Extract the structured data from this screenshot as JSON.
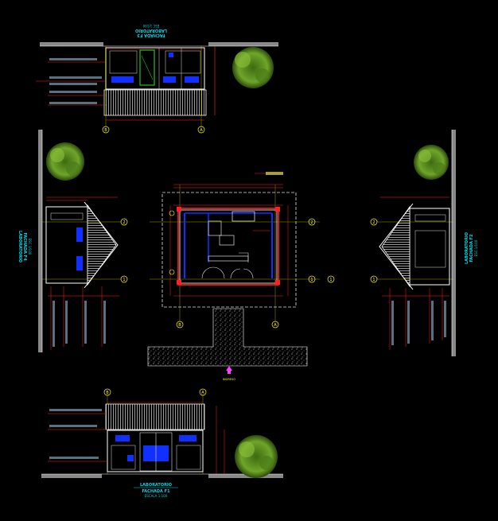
{
  "drawing": {
    "top_title": "LABORATORIO",
    "top_subtitle": "FACHADA F3",
    "top_scale": "ESC 1/100",
    "bottom_title": "LABORATORIO",
    "bottom_subtitle": "FACHADA F1",
    "bottom_scale": "ESCALA 1:100",
    "left_title": "LABORATORIO",
    "left_subtitle": "FACHADA F4",
    "left_scale": "ESC 1/100",
    "right_title": "LABORATORIO",
    "right_subtitle": "FACHADA F2",
    "right_scale": "ESC 1/100",
    "entry_label": "INGRESO"
  },
  "axes": {
    "top_left": "B",
    "top_right": "A",
    "plan_left": "B",
    "plan_right": "A",
    "plan_top": "2",
    "plan_bottom": "1",
    "plan_far": "1",
    "bottom_left": "B",
    "bottom_right": "A",
    "left_top": "2",
    "left_bottom": "1",
    "right_top": "2",
    "right_bottom": "1"
  },
  "colors": {
    "background": "#000000",
    "wall": "#ffffff",
    "glass": "#1030ff",
    "dimension": "#ff2020",
    "axis": "#ffff00",
    "title": "#00d7e8",
    "tree": "#6fa52a",
    "entry_arrow": "#ff40ff"
  }
}
